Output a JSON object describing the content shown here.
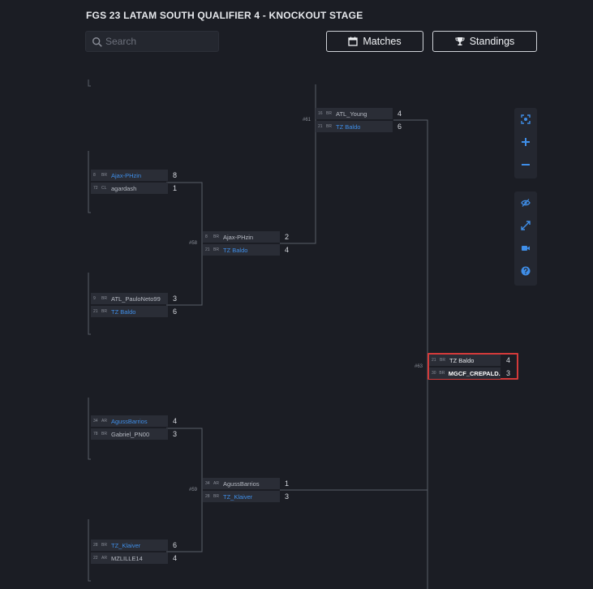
{
  "header": {
    "title": "FGS 23 LATAM SOUTH QUALIFIER 4 - KNOCKOUT STAGE",
    "search_placeholder": "Search",
    "matches_label": "Matches",
    "standings_label": "Standings"
  },
  "colors": {
    "background": "#1b1d24",
    "accent_blue": "#3f8ee8",
    "highlight_red": "#d43a3a"
  },
  "matches": [
    {
      "id": "m1",
      "label": "",
      "players": [
        {
          "seed": "8",
          "country": "BR",
          "name": "Ajax-PHzin",
          "score": "8",
          "winner": true
        },
        {
          "seed": "72",
          "country": "CL",
          "name": "agardash",
          "score": "1",
          "winner": false
        }
      ]
    },
    {
      "id": "m2",
      "label": "",
      "players": [
        {
          "seed": "9",
          "country": "BR",
          "name": "ATL_PauloNeto99",
          "score": "3",
          "winner": false
        },
        {
          "seed": "21",
          "country": "BR",
          "name": "TZ Baldo",
          "score": "6",
          "winner": true
        }
      ]
    },
    {
      "id": "m3",
      "label": "#58",
      "players": [
        {
          "seed": "8",
          "country": "BR",
          "name": "Ajax-PHzin",
          "score": "2",
          "winner": false
        },
        {
          "seed": "21",
          "country": "BR",
          "name": "TZ Baldo",
          "score": "4",
          "winner": true
        }
      ]
    },
    {
      "id": "m4",
      "label": "#61",
      "players": [
        {
          "seed": "16",
          "country": "BR",
          "name": "ATL_Young",
          "score": "4",
          "winner": false
        },
        {
          "seed": "21",
          "country": "BR",
          "name": "TZ Baldo",
          "score": "6",
          "winner": true
        }
      ]
    },
    {
      "id": "m5",
      "label": "",
      "players": [
        {
          "seed": "34",
          "country": "AR",
          "name": "AgussBarrios",
          "score": "4",
          "winner": true
        },
        {
          "seed": "78",
          "country": "BR",
          "name": "Gabriel_PN00",
          "score": "3",
          "winner": false
        }
      ]
    },
    {
      "id": "m6",
      "label": "",
      "players": [
        {
          "seed": "28",
          "country": "BR",
          "name": "TZ_Klaiver",
          "score": "6",
          "winner": true
        },
        {
          "seed": "22",
          "country": "AR",
          "name": "MZLILLE14",
          "score": "4",
          "winner": false
        }
      ]
    },
    {
      "id": "m7",
      "label": "#59",
      "players": [
        {
          "seed": "34",
          "country": "AR",
          "name": "AgussBarrios",
          "score": "1",
          "winner": false
        },
        {
          "seed": "28",
          "country": "BR",
          "name": "TZ_Klaiver",
          "score": "3",
          "winner": true
        }
      ]
    },
    {
      "id": "m8",
      "label": "#63",
      "players": [
        {
          "seed": "21",
          "country": "BR",
          "name": "TZ Baldo",
          "score": "4",
          "winner": false
        },
        {
          "seed": "30",
          "country": "BR",
          "name": "MGCF_CREPALD...",
          "score": "3",
          "winner": false,
          "strong": true
        }
      ]
    }
  ],
  "toolbar": {
    "group1": [
      "focus-icon",
      "zoom-in-icon",
      "zoom-out-icon"
    ],
    "group2": [
      "visibility-icon",
      "expand-icon",
      "camera-icon",
      "help-icon"
    ]
  }
}
